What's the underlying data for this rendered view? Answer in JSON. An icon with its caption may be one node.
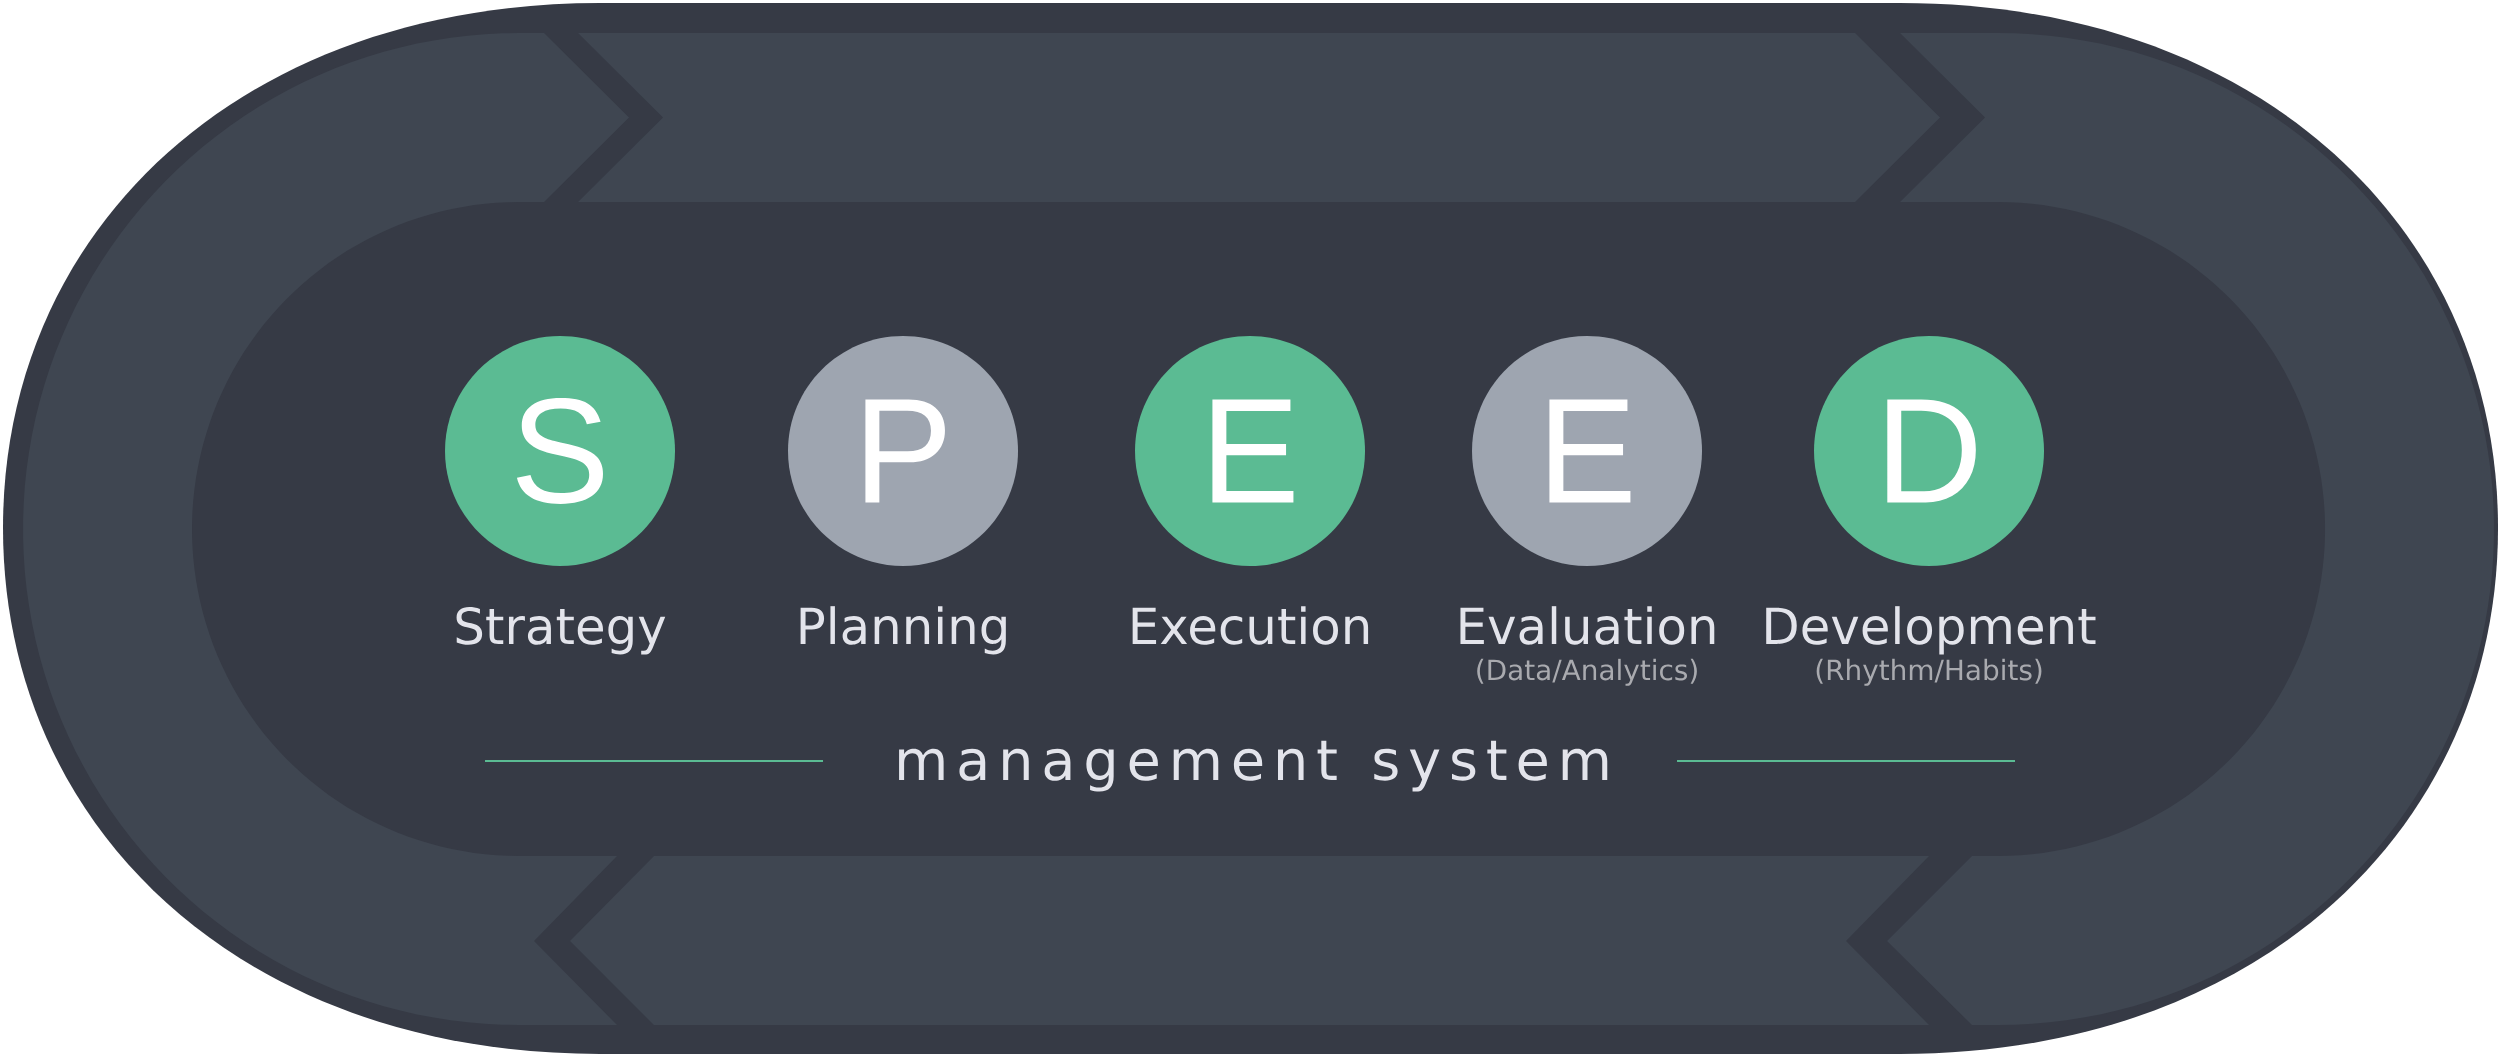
{
  "diagram": {
    "nodes": [
      {
        "text": [
          "S"
        ],
        "beside": [
          "Strategy"
        ]
      },
      {
        "text": [
          "P"
        ],
        "beside": [
          "Planning"
        ]
      },
      {
        "text": [
          "E"
        ],
        "beside": [
          "Execution"
        ]
      },
      {
        "text": [
          "E"
        ],
        "beside": [
          "Evaluation",
          "(Data/Analytics)"
        ]
      },
      {
        "text": [
          "D"
        ],
        "beside": [
          "Development",
          "(Rhythm/Habits)"
        ]
      }
    ],
    "labels": [
      "management system"
    ]
  }
}
